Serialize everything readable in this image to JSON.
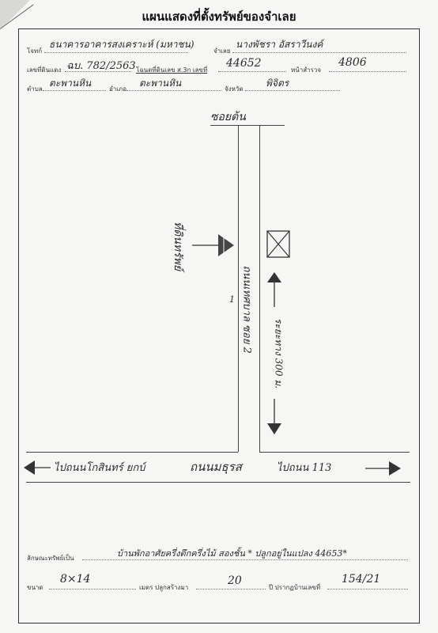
{
  "header": {
    "title": "แผนแสดงที่ตั้งทรัพย์ของจำเลย"
  },
  "form": {
    "plaintiff_label": "โจทก์",
    "plaintiff_value": "ธนาคารอาคารสงเคราะห์ (มหาชน)",
    "defendant_label": "จำเลย",
    "defendant_value": "นางพัชรา อัสราวีนงค์",
    "deed_label": "เลขที่ดินแดง",
    "deed_value": "ฉบ. 782/2563",
    "land_no_label": "โฉนดที่ดินเลข ส.3ก เลขที่",
    "land_no_value": "44652",
    "survey_label": "หน้าสำรวจ",
    "survey_value": "4806",
    "subdistrict_label": "ตำบล",
    "subdistrict_value": "ตะพานหิน",
    "district_label": "อำเภอ",
    "district_value": "ตะพานหิน",
    "province_label": "จังหวัด",
    "province_value": "พิจิตร"
  },
  "map": {
    "soi_start": "ซอยต้น",
    "soi_name": "ถนนเทศบาล ซอย 2",
    "distance": "ระยะทาง 300 ม.",
    "property_label": "ที่ดินทรัพย์",
    "main_road": "ถนนมธุรส",
    "left_direction": "ไปถนนโกสินทร์ ยกบ์",
    "right_direction": "ไปถนน 113",
    "mark_one": "1"
  },
  "footer": {
    "property_type_label": "ลักษณะทรัพย์เป็น",
    "property_type_value": "บ้านพักอาศัยครึ่งตึกครึ่งไม้ สองชั้น * ปลูกอยู่ในแปลง 44653*",
    "size_label": "ขนาด",
    "size_value": "8×14",
    "age_label": "เมตร ปลูกสร้างมา",
    "age_value": "20",
    "house_no_label": "ปี ปรากฏบ้านเลขที่",
    "house_no_value": "154/21"
  },
  "colors": {
    "ink": "#2a2a2a",
    "paper": "#f6f6f4",
    "border": "#333333"
  }
}
